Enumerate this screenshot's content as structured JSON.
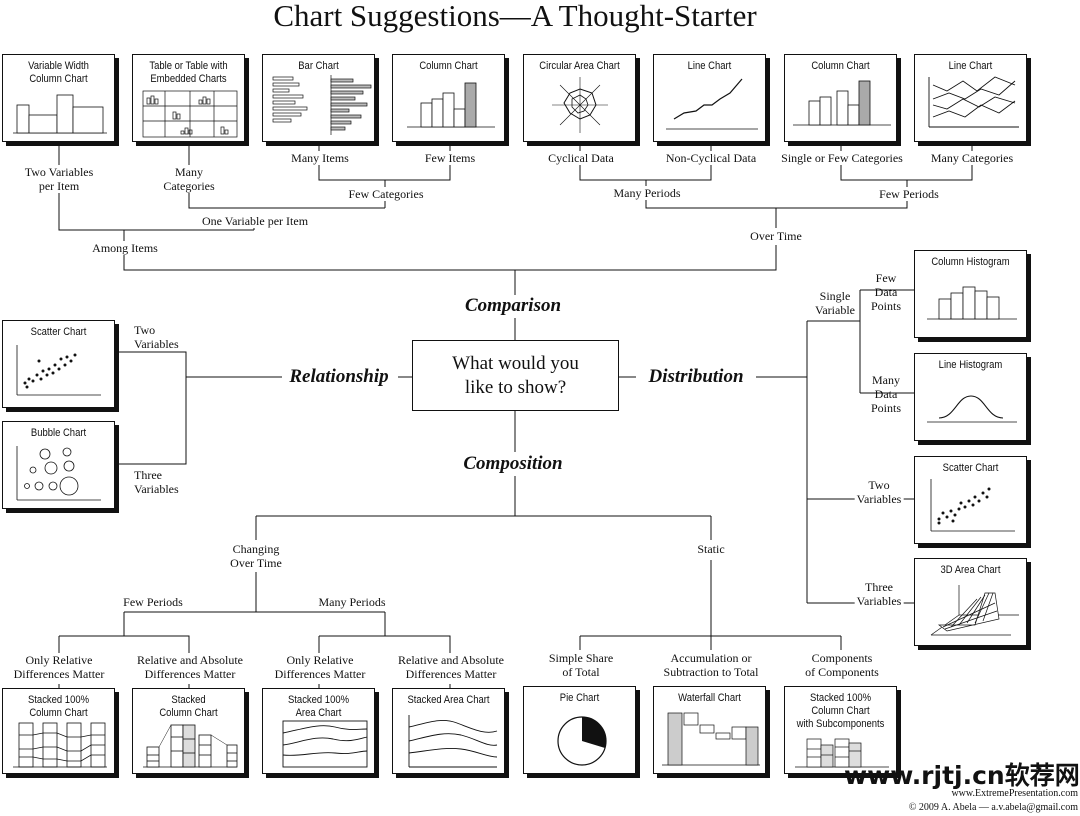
{
  "title": "Chart Suggestions—A Thought-Starter",
  "center_question": "What would you\nlike to show?",
  "categories": {
    "comparison": "Comparison",
    "relationship": "Relationship",
    "distribution": "Distribution",
    "composition": "Composition"
  },
  "cards": {
    "variable_width_column": "Variable Width\nColumn Chart",
    "table_embedded": "Table or Table with\nEmbedded Charts",
    "bar_chart": "Bar Chart",
    "column_chart_few_items": "Column Chart",
    "circular_area": "Circular Area Chart",
    "line_chart_non_cyclical": "Line Chart",
    "column_chart_few_cats": "Column Chart",
    "line_chart_many_cats": "Line Chart",
    "scatter_relationship": "Scatter Chart",
    "bubble_chart": "Bubble Chart",
    "column_histogram": "Column Histogram",
    "line_histogram": "Line Histogram",
    "scatter_distribution": "Scatter Chart",
    "area_3d": "3D Area Chart",
    "stacked_100_column": "Stacked 100%\nColumn Chart",
    "stacked_column": "Stacked\nColumn Chart",
    "stacked_100_area": "Stacked 100%\nArea Chart",
    "stacked_area": "Stacked Area Chart",
    "pie_chart": "Pie Chart",
    "waterfall_chart": "Waterfall Chart",
    "stacked_100_subcomponents": "Stacked 100% Column Chart\nwith Subcomponents"
  },
  "labels": {
    "two_variables_per_item": "Two Variables\nper Item",
    "many_categories_table": "Many\nCategories",
    "many_items": "Many Items",
    "few_items": "Few Items",
    "few_categories": "Few Categories",
    "one_variable_per_item": "One Variable per Item",
    "among_items": "Among Items",
    "cyclical_data": "Cyclical Data",
    "non_cyclical_data": "Non-Cyclical Data",
    "single_or_few_categories": "Single or Few Categories",
    "many_categories_line": "Many Categories",
    "many_periods_top": "Many Periods",
    "few_periods_top": "Few Periods",
    "over_time": "Over Time",
    "two_variables_rel": "Two\nVariables",
    "three_variables_rel": "Three\nVariables",
    "single_variable": "Single\nVariable",
    "few_data_points": "Few\nData\nPoints",
    "many_data_points": "Many\nData\nPoints",
    "two_variables_dist": "Two\nVariables",
    "three_variables_dist": "Three\nVariables",
    "changing_over_time": "Changing\nOver Time",
    "static": "Static",
    "few_periods_comp": "Few Periods",
    "many_periods_comp": "Many Periods",
    "only_relative_1": "Only Relative\nDifferences Matter",
    "relative_absolute_1": "Relative and Absolute\nDifferences Matter",
    "only_relative_2": "Only Relative\nDifferences Matter",
    "relative_absolute_2": "Relative and Absolute\nDifferences Matter",
    "simple_share": "Simple Share\nof Total",
    "accumulation": "Accumulation or\nSubtraction to Total",
    "components": "Components\nof Components"
  },
  "footer": {
    "website": "www.ExtremePresentation.com",
    "copyright": "© 2009  A. Abela — a.v.abela@gmail.com"
  },
  "watermark": "www.rjtj.cn软荐网"
}
